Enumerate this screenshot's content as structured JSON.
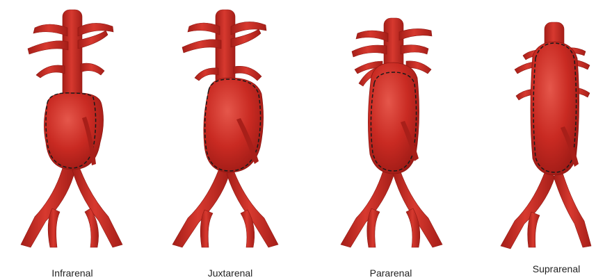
{
  "figure": {
    "panels": [
      {
        "id": "infrarenal",
        "label": "Infrarenal"
      },
      {
        "id": "juxtarenal",
        "label": "Juxtarenal"
      },
      {
        "id": "pararenal",
        "label": "Pararenal"
      },
      {
        "id": "suprarenal",
        "label": "Suprarenal"
      }
    ]
  },
  "colors": {
    "vessel": "#c92a22",
    "vessel_dark": "#9e1b16",
    "vessel_highlight": "#e0554a",
    "aneurysm_outline": "#1a1a1a",
    "label_text": "#222222"
  }
}
